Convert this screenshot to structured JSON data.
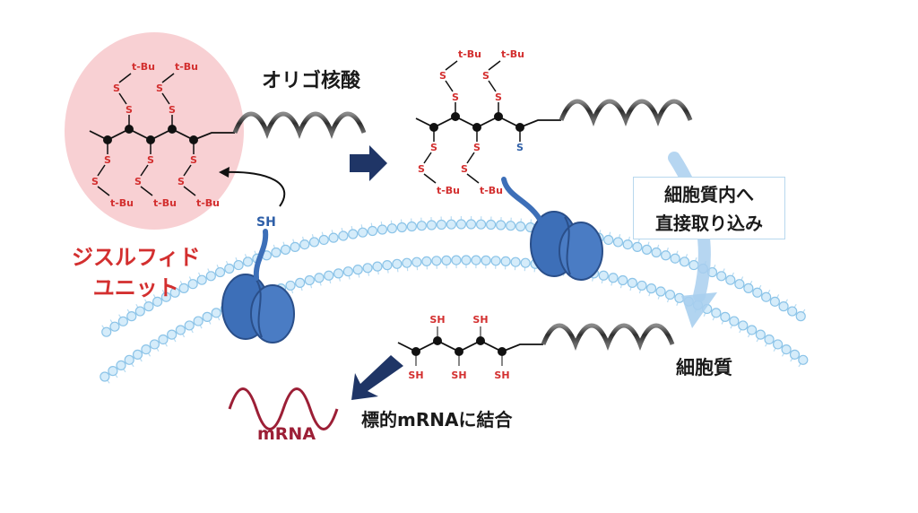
{
  "labels": {
    "oligonucleotide": "オリゴ核酸",
    "disulfide_unit_line1": "ジスルフィド",
    "disulfide_unit_line2": "ユニット",
    "uptake_line1": "細胞質内へ",
    "uptake_line2": "直接取り込み",
    "cytoplasm": "細胞質",
    "binding": "標的mRNAに結合",
    "mrna": "mRNA"
  },
  "chem": {
    "tbu": "t-Bu",
    "s": "S",
    "sh": "SH"
  },
  "colors": {
    "red_text": "#d32f2f",
    "pink_highlight": "#f8d0d3",
    "membrane": "#a9d6f2",
    "protein": "#3d6fb8",
    "arrow_navy": "#1f3566",
    "helix": "#4a4a4a",
    "mrna_wine": "#9c1f36"
  }
}
